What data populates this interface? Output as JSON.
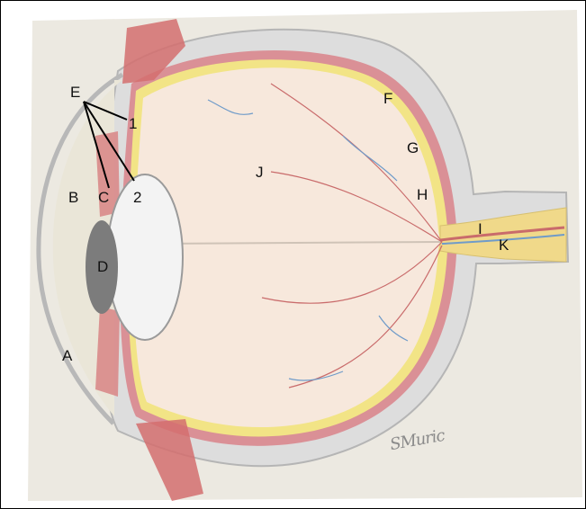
{
  "labels": {
    "A": "A",
    "B": "B",
    "C": "C",
    "D": "D",
    "E": "E",
    "F": "F",
    "G": "G",
    "H": "H",
    "I": "I",
    "J": "J",
    "K": "K",
    "one": "1",
    "two": "2"
  },
  "signature": "SMuric",
  "colors": {
    "paper": "#ece9e1",
    "sclera": "#dcdcdc",
    "choroid": "#d9838a",
    "retina": "#f2e486",
    "vitreous": "#f7e8dc",
    "lens": "#f3f3f3",
    "muscle": "#d46e6e",
    "vessel_red": "#c96b6b",
    "vessel_blue": "#6f9bc9"
  }
}
